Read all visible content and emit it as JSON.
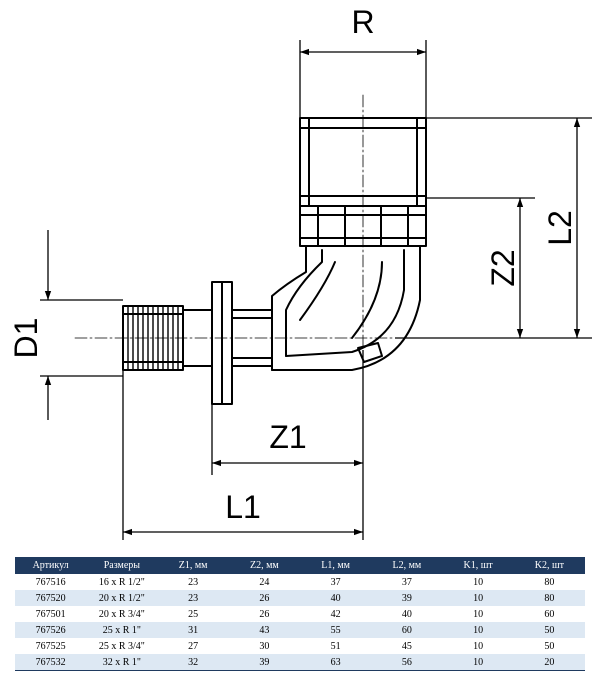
{
  "dimension_labels": {
    "R": "R",
    "L2": "L2",
    "Z2": "Z2",
    "D1": "D1",
    "Z1": "Z1",
    "L1": "L1"
  },
  "table": {
    "headers": [
      "Артикул",
      "Размеры",
      "Z1, мм",
      "Z2, мм",
      "L1, мм",
      "L2, мм",
      "K1, шт",
      "K2, шт"
    ],
    "rows": [
      [
        "767516",
        "16 x R 1/2\"",
        "23",
        "24",
        "37",
        "37",
        "10",
        "80"
      ],
      [
        "767520",
        "20 x R 1/2\"",
        "23",
        "26",
        "40",
        "39",
        "10",
        "80"
      ],
      [
        "767501",
        "20 x R 3/4\"",
        "25",
        "26",
        "42",
        "40",
        "10",
        "60"
      ],
      [
        "767526",
        "25 x R 1\"",
        "31",
        "43",
        "55",
        "60",
        "10",
        "50"
      ],
      [
        "767525",
        "25 x R 3/4\"",
        "27",
        "30",
        "51",
        "45",
        "10",
        "50"
      ],
      [
        "767532",
        "32 x R 1\"",
        "32",
        "39",
        "63",
        "56",
        "10",
        "20"
      ]
    ]
  },
  "colors": {
    "header_bg": "#1f3a5f",
    "row_alt_bg": "#dde8f3"
  }
}
